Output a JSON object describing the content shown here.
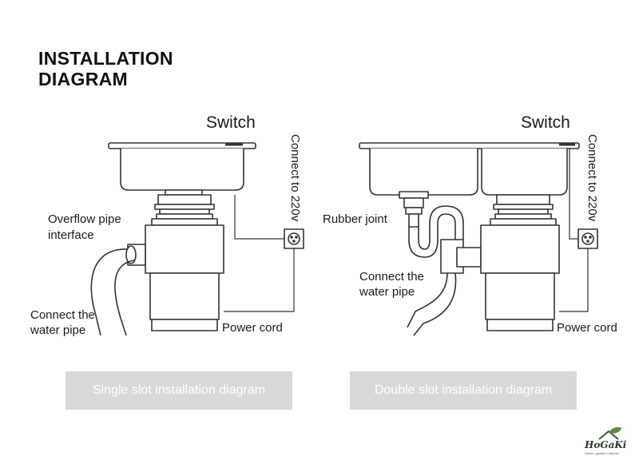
{
  "title": {
    "line1": "INSTALLATION",
    "line2": "DIAGRAM"
  },
  "single": {
    "switch": "Switch",
    "connect_power": "Connect to 220v",
    "overflow_line1": "Overflow pipe",
    "overflow_line2": "interface",
    "water_line1": "Connect the",
    "water_line2": "water pipe",
    "power_cord": "Power cord",
    "caption": "Single slot installation diagram"
  },
  "double": {
    "switch": "Switch",
    "connect_power": "Connect to 220v",
    "rubber_joint": "Rubber joint",
    "water_line1": "Connect the",
    "water_line2": "water pipe",
    "power_cord": "Power cord",
    "caption": "Double slot installation diagram"
  },
  "logo": {
    "text": "HoGaKi",
    "sub": "Home • garden • kitchen",
    "icon": "house-leaf-icon"
  }
}
